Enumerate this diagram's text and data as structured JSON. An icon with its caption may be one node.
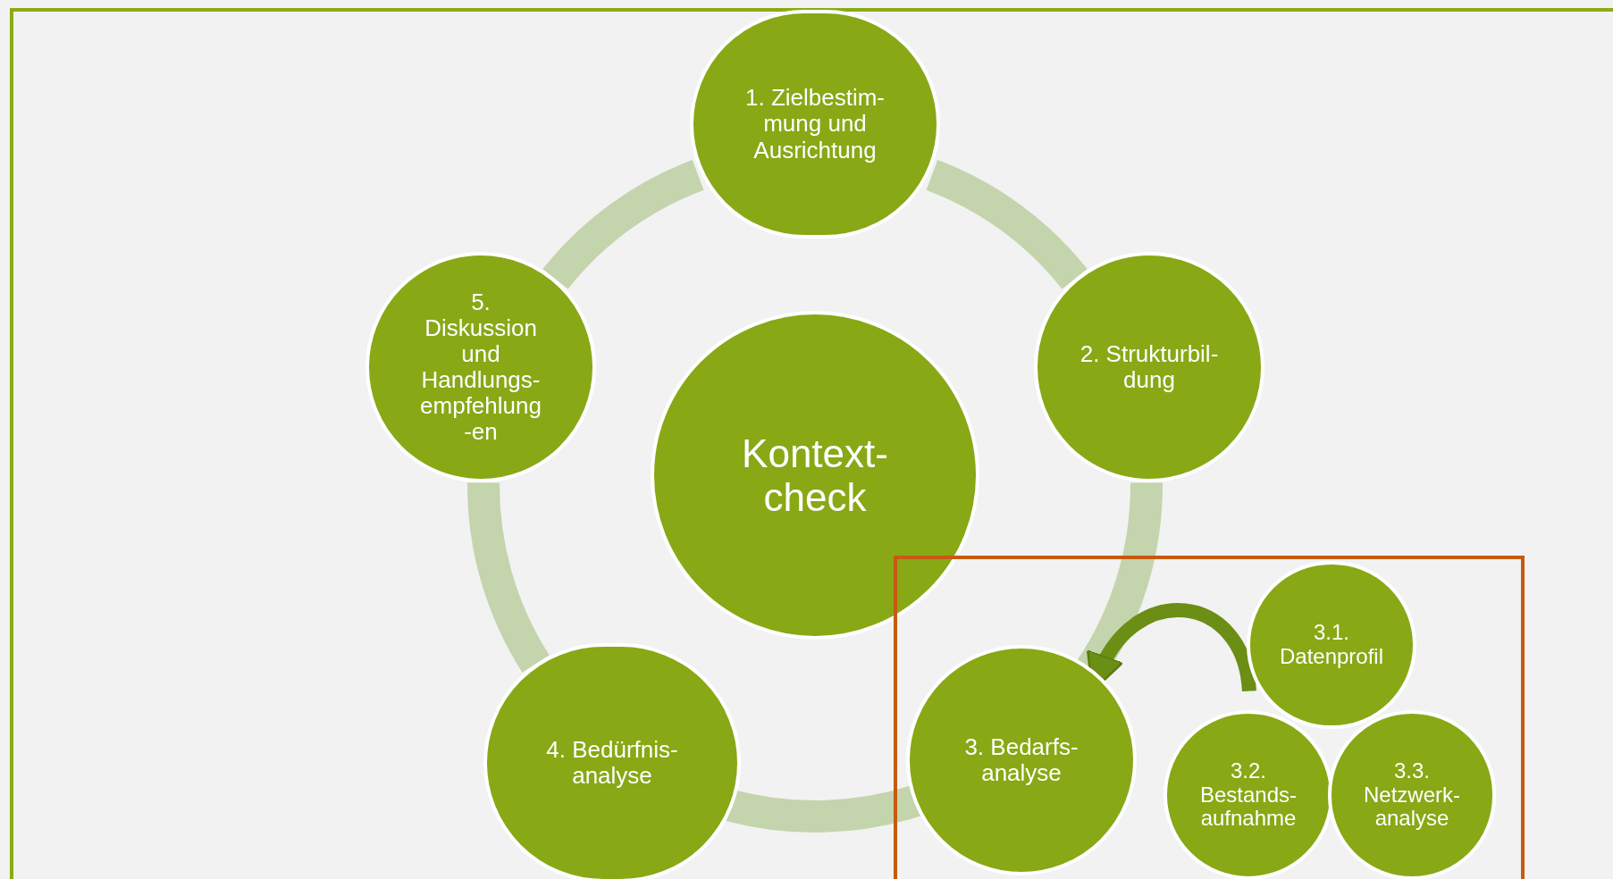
{
  "diagram": {
    "nodes": [
      {
        "text": [
          "Kontext- check"
        ]
      },
      {
        "text": [
          "1. Zielbestim- mung und Ausrichtung"
        ]
      },
      {
        "text": [
          "2. Strukturbil- dung"
        ]
      },
      {
        "text": [],
        "shape": "box"
      },
      {
        "text": [
          "3. Bedarfs- analyse"
        ],
        "in": 3
      },
      {
        "text": [
          "3.1. Datenprofil"
        ],
        "in": 3
      },
      {
        "text": [
          "3.2. Bestands- aufnahme"
        ],
        "in": 3
      },
      {
        "text": [
          "3.3. Netzwerk- analyse"
        ],
        "in": 3
      },
      {
        "text": [
          "4. Bedürfnis- analyse"
        ]
      },
      {
        "text": [
          "5. Diskussion und Handlungs- empfehlung -en"
        ]
      }
    ],
    "edges": [
      {
        "from": 1,
        "to": 2,
        "arrow": "none"
      },
      {
        "from": 2,
        "to": 4,
        "arrow": "none"
      },
      {
        "from": 4,
        "to": 8,
        "arrow": "none"
      },
      {
        "from": 8,
        "to": 9,
        "arrow": "none"
      },
      {
        "from": 9,
        "to": 1,
        "arrow": "none"
      },
      {
        "from": 5,
        "to": 4,
        "arrow": "to",
        "color": "#6b8e14"
      }
    ]
  }
}
